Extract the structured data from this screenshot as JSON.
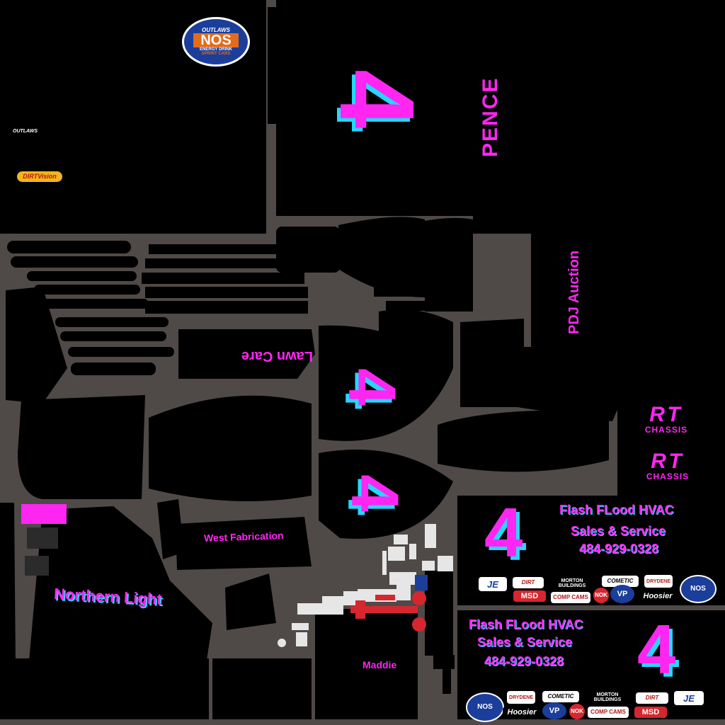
{
  "colors": {
    "background": "#4f4a47",
    "panel": "#000000",
    "magenta": "#ff26f2",
    "cyan": "#25d7ff",
    "blue": "#1b3e9a",
    "red": "#d6262f"
  },
  "car_number": "4",
  "driver_name": "PENCE",
  "sponsor_pdj": "PDJ Auction",
  "sponsor_lawn": "Lawn Care",
  "sponsor_west": "West Fabrication",
  "sponsor_northern": "Northern Light",
  "sponsor_maddie": "Maddie",
  "rt_chassis": {
    "mark": "RT",
    "word": "CHASSIS"
  },
  "hvac_panel_upper": {
    "line1": "Flash FLood HVAC",
    "line2": "Sales & Service",
    "phone": "484-929-0328"
  },
  "hvac_panel_lower": {
    "line1": "Flash FLood HVAC",
    "line2": "Sales & Service",
    "phone": "484-929-0328"
  },
  "series_logo": {
    "top": "OUTLAWS",
    "main": "NOS",
    "sub": "ENERGY DRINK",
    "bottom": "SPRINT CARS"
  },
  "small_logos": {
    "outlaws": "OUTLAWS",
    "dirtvision": "DIRTVision"
  },
  "contingency_row_a": [
    "JE",
    "DIRT",
    "MORTON BUILDINGS",
    "COMETIC",
    "DRYDENE",
    "NOS",
    "MSD",
    "COMP CAMS",
    "NOK",
    "VP",
    "Hoosier"
  ],
  "contingency_row_b": [
    "NOS",
    "DRYDENE",
    "COMETIC",
    "MORTON BUILDINGS",
    "DIRT",
    "JE",
    "Hoosier",
    "VP",
    "NOK",
    "COMP CAMS",
    "MSD"
  ]
}
